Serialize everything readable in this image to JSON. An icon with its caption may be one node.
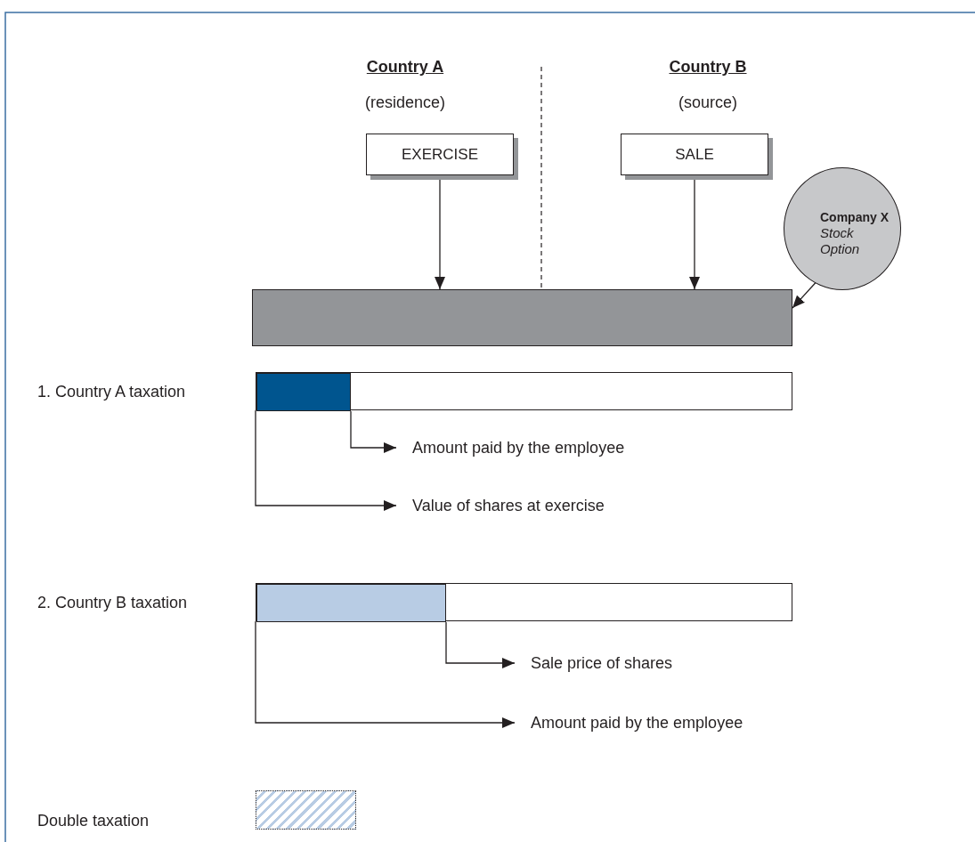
{
  "diagram": {
    "nodes": [
      {
        "text": [
          "EXERCISE"
        ]
      },
      {
        "text": [
          "SALE"
        ]
      },
      {
        "text": [],
        "shape": "bar"
      },
      {
        "text": [
          "Company X",
          "Stock Option"
        ]
      },
      {
        "text": [],
        "shape": "bar"
      },
      {
        "text": [],
        "shape": "bar",
        "in": 4
      },
      {
        "text": [
          "Amount paid by the employee"
        ]
      },
      {
        "text": [
          "Value of shares at exercise"
        ]
      },
      {
        "text": [],
        "shape": "bar"
      },
      {
        "text": [],
        "shape": "bar",
        "in": 8
      },
      {
        "text": [
          "Sale price of shares"
        ]
      },
      {
        "text": [
          "Amount paid by the employee"
        ]
      }
    ],
    "edges": [
      {
        "from": 0,
        "to": 2,
        "arrow": "to"
      },
      {
        "from": 1,
        "to": 2,
        "arrow": "to"
      },
      {
        "from": 3,
        "to": 2,
        "arrow": "to"
      },
      {
        "from": 5,
        "to": 6,
        "arrow": "to"
      },
      {
        "from": 4,
        "to": 7,
        "arrow": "to"
      },
      {
        "from": 9,
        "to": 10,
        "arrow": "to"
      },
      {
        "from": 8,
        "to": 11,
        "arrow": "to"
      }
    ],
    "labels": [
      "Country A",
      "(residence)",
      "Country B",
      "(source)",
      "1. Country A taxation",
      "2. Country B taxation"
    ],
    "legend": [
      {
        "text": "Double taxation"
      }
    ]
  }
}
